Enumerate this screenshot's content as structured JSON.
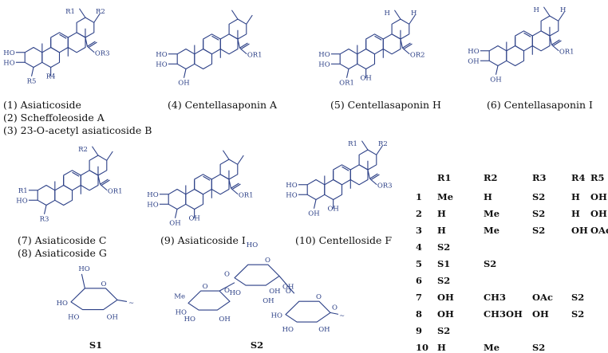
{
  "structures": [
    {
      "id": "s1",
      "captions": [
        "(1) Asiaticoside",
        "(2) Scheffoleoside A",
        "(3) 23-O-acetyl asiaticoside B"
      ],
      "labels": [
        "R1",
        "R2",
        "HO",
        "HO",
        "OR3",
        "R5",
        "R4"
      ]
    },
    {
      "id": "s4",
      "captions": [
        "(4) Centellasaponin A"
      ],
      "labels": [
        "HO",
        "HO",
        "OH",
        "OR1"
      ]
    },
    {
      "id": "s5",
      "captions": [
        "(5) Centellasaponin H"
      ],
      "labels": [
        "HO",
        "HO",
        "OR1",
        "OH",
        "H",
        "H",
        "OR2"
      ]
    },
    {
      "id": "s6",
      "captions": [
        "(6) Centellasaponin I"
      ],
      "labels": [
        "HO",
        "OH",
        "OH",
        "H",
        "H",
        "OR1"
      ]
    },
    {
      "id": "s7",
      "captions": [
        "(7) Asiaticoside C",
        "(8) Asiaticoside  G"
      ],
      "labels": [
        "R2",
        "R1",
        "HO",
        "R3",
        "OR1"
      ]
    },
    {
      "id": "s9",
      "captions": [
        "(9) Asiaticoside I"
      ],
      "labels": [
        "HO",
        "HO",
        "OH",
        "OH",
        "OR1"
      ]
    },
    {
      "id": "s10",
      "captions": [
        "(10) Centelloside F"
      ],
      "labels": [
        "R1",
        "R2",
        "HO",
        "HO",
        "OH",
        "OH",
        "OR3"
      ]
    }
  ],
  "sugars": [
    {
      "name": "S1",
      "labels": [
        "HO",
        "HO",
        "HO",
        "OH",
        "O"
      ]
    },
    {
      "name": "S2",
      "labels": [
        "HO",
        "Me",
        "O",
        "O",
        "HO",
        "HO",
        "OH",
        "OH",
        "HO",
        "O",
        "O",
        "OH",
        "OH",
        "O",
        "HO",
        "HO",
        "OH",
        "O",
        "O"
      ]
    }
  ],
  "table": {
    "headers": [
      "R1",
      "R2",
      "R3",
      "R4",
      "R5"
    ],
    "rows": [
      {
        "no": "1",
        "cells": [
          "Me",
          "H",
          "S2",
          "H",
          "OH"
        ]
      },
      {
        "no": "2",
        "cells": [
          "H",
          "Me",
          "S2",
          "H",
          "OH"
        ]
      },
      {
        "no": "3",
        "cells": [
          "H",
          "Me",
          "S2",
          "OH",
          "OAc"
        ]
      },
      {
        "no": "4",
        "cells": [
          "S2",
          "",
          "",
          "",
          ""
        ]
      },
      {
        "no": "5",
        "cells": [
          "S1",
          "S2",
          "",
          "",
          ""
        ]
      },
      {
        "no": "6",
        "cells": [
          "S2",
          "",
          "",
          "",
          ""
        ]
      },
      {
        "no": "7",
        "cells": [
          "OH",
          "CH3",
          "OAc",
          "S2",
          ""
        ]
      },
      {
        "no": "8",
        "cells": [
          "OH",
          "CH3OH",
          "OH",
          "S2",
          ""
        ]
      },
      {
        "no": "9",
        "cells": [
          "S2",
          "",
          "",
          "",
          ""
        ]
      },
      {
        "no": "10",
        "cells": [
          "H",
          "Me",
          "S2",
          "",
          ""
        ]
      }
    ]
  }
}
